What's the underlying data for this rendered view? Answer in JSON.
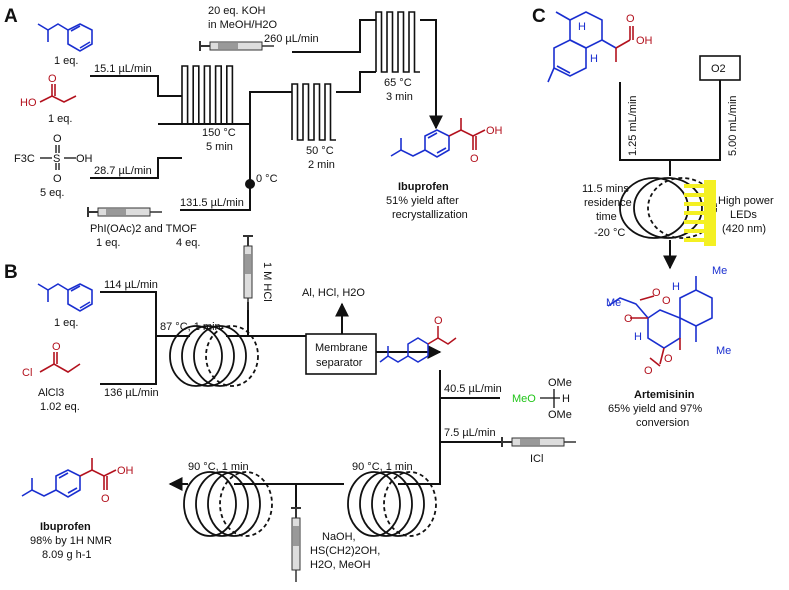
{
  "colors": {
    "blue": "#1a2fd0",
    "red": "#b3121e",
    "green": "#22c51a",
    "led": "#f4f023",
    "line": "#111111"
  },
  "panel_a": {
    "label": "A",
    "reagent_isobutylbenzene": "1 eq.",
    "reagent_propanoic": "1 eq.",
    "reagent_triflic": "5 eq.",
    "flow_1": "15.1 µL/min",
    "flow_2": "28.7 µL/min",
    "koh_line1": "20 eq. KOH",
    "koh_line2": "in MeOH/H2O",
    "flow_koh": "260 µL/min",
    "r1_temp": "150 °C",
    "r1_time": "5 min",
    "junction_temp": "0 °C",
    "r2_temp": "50 °C",
    "r2_time": "2 min",
    "r3_temp": "65 °C",
    "r3_time": "3 min",
    "flow_pioac": "131.5 µL/min",
    "pioac_line1": "PhI(OAc)2 and TMOF",
    "pioac_eq1": "1 eq.",
    "pioac_eq2": "4 eq.",
    "product_name": "Ibuprofen",
    "product_yield1": "51% yield after",
    "product_yield2": "recrystallization",
    "atom_O": "O",
    "atom_HO": "HO",
    "atom_OH": "OH",
    "atom_S": "S",
    "atom_F3C": "F3C"
  },
  "panel_b": {
    "label": "B",
    "flow_1": "114 µL/min",
    "reagent_1": "1 eq.",
    "acyl_Cl": "Cl",
    "alcl3": "AlCl3",
    "alcl3_eq": "1.02 eq.",
    "flow_2": "136 µL/min",
    "hcl": "1 M HCl",
    "coil1_cond": "87 °C, 1 min",
    "byproducts": "Al, HCl, H2O",
    "membrane_line1": "Membrane",
    "membrane_line2": "separator",
    "flow_tmof": "40.5 µL/min",
    "tmof_ome": "OMe",
    "tmof_meo": "MeO",
    "tmof_h": "H",
    "flow_icl": "7.5 µL/min",
    "icl": "ICl",
    "coil2_cond": "90 °C, 1 min",
    "coil3_cond": "90 °C, 1 min",
    "reagents_line1": "NaOH,",
    "reagents_line2": "HS(CH2)2OH,",
    "reagents_line3": "H2O, MeOH",
    "product_name": "Ibuprofen",
    "product_line1": "98% by 1H NMR",
    "product_line2": "8.09 g h-1"
  },
  "panel_c": {
    "label": "C",
    "sm_H1": "H",
    "sm_H2": "H",
    "sm_OH": "OH",
    "sm_O": "O",
    "o2_box": "O2",
    "flow_sm": "1.25 mL/min",
    "flow_o2": "5.00 mL/min",
    "residence_1": "11.5 mins",
    "residence_2": "residence",
    "residence_3": "time",
    "residence_4": "-20 °C",
    "led_1": "High power",
    "led_2": "LEDs",
    "led_3": "(420 nm)",
    "prod_me1": "Me",
    "prod_me2": "Me",
    "prod_me3": "Me",
    "prod_h1": "H",
    "prod_h2": "H",
    "prod_o1": "O",
    "prod_o2": "O",
    "prod_o3": "O",
    "prod_o4": "O",
    "prod_o5": "O",
    "product_name": "Artemisinin",
    "product_line1": "65% yield and 97%",
    "product_line2": "conversion"
  }
}
